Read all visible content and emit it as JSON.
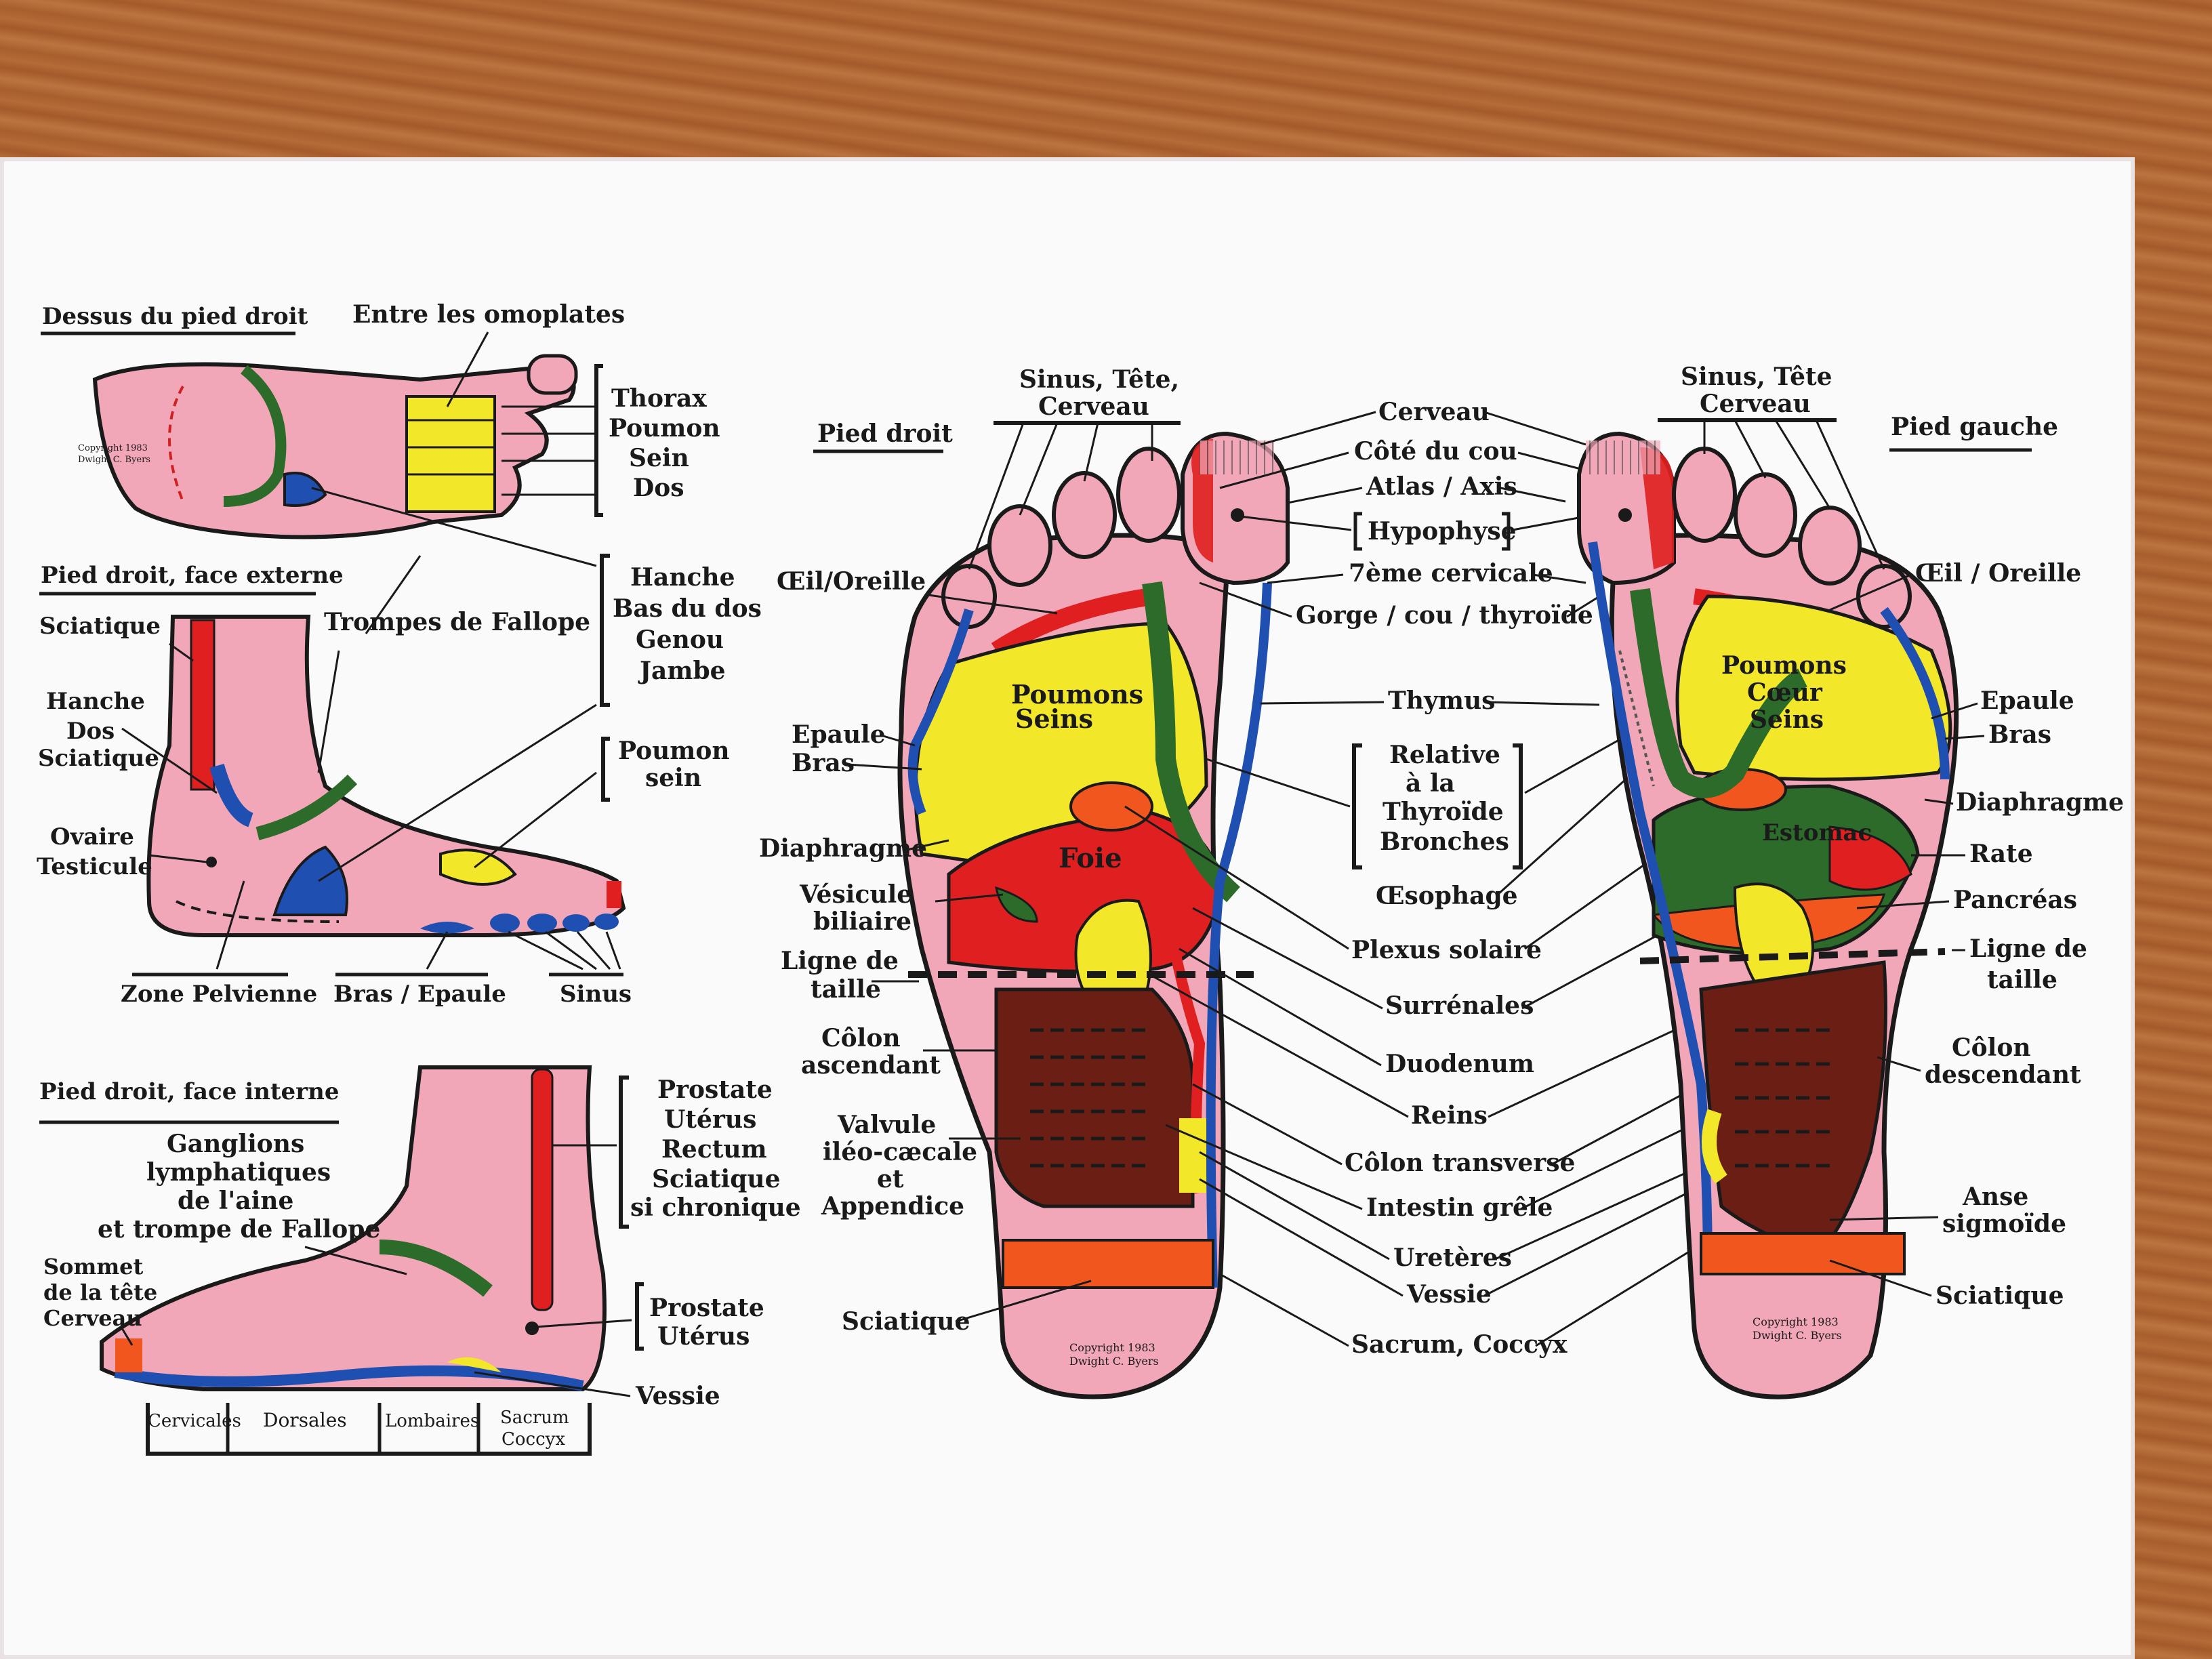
{
  "colors": {
    "skin": "#f2a7b8",
    "red": "#e02020",
    "yellow": "#f3e72a",
    "green": "#2d6b2a",
    "blue": "#1f4fb0",
    "orange": "#f0561e",
    "brown": "#6b1f14",
    "ink": "#1a1a1a"
  },
  "top_view": {
    "title": "Dessus du pied droit",
    "copyright": [
      "Copyright 1983",
      "Dwight C. Byers"
    ],
    "between": "Entre les omoplates",
    "group1": [
      "Thorax",
      "Poumon",
      "Sein",
      "Dos"
    ],
    "group2": [
      "Hanche",
      "Bas du dos",
      "Genou",
      "Jambe"
    ]
  },
  "external_view": {
    "title": "Pied droit, face externe",
    "sciatique": "Sciatique",
    "trompes": "Trompes de Fallope",
    "hanche": [
      "Hanche",
      "Dos",
      "Sciatique"
    ],
    "ovaire": [
      "Ovaire",
      "Testicule"
    ],
    "poumon": [
      "Poumon",
      "sein"
    ],
    "zone": "Zone Pelvienne",
    "bras": "Bras / Epaule",
    "sinus": "Sinus"
  },
  "internal_view": {
    "title": "Pied droit, face interne",
    "ganglions": [
      "Ganglions",
      "lymphatiques",
      "de l'aine",
      "et trompe de Fallope"
    ],
    "sommet": [
      "Sommet",
      "de la tête",
      "Cerveau"
    ],
    "group1": [
      "Prostate",
      "Utérus",
      "Rectum",
      "Sciatique",
      "si chronique"
    ],
    "group2": [
      "Prostate",
      "Utérus"
    ],
    "vessie": "Vessie",
    "spine": [
      "Cervicales",
      "Dorsales",
      "Lombaires",
      "Sacrum",
      "Coccyx"
    ]
  },
  "right_foot": {
    "title": "Pied droit",
    "sinus": [
      "Sinus, Tête,",
      "Cerveau"
    ],
    "oeil": "Œil/Oreille",
    "poumons": [
      "Poumons",
      "Seins"
    ],
    "epaule": "Epaule",
    "bras": "Bras",
    "diaphragme": "Diaphragme",
    "foie": "Foie",
    "vesicule": [
      "Vésicule",
      "biliaire"
    ],
    "ligne": [
      "Ligne de",
      "taille"
    ],
    "colon": [
      "Côlon",
      "ascendant"
    ],
    "valvule": [
      "Valvule",
      "iléo-cæcale",
      "et",
      "Appendice"
    ],
    "sciatique": "Sciatique",
    "copyright": [
      "Copyright 1983",
      "Dwight C. Byers"
    ]
  },
  "center_labels": {
    "cerveau": "Cerveau",
    "cote": "Côté du cou",
    "atlas": "Atlas / Axis",
    "hypophyse": "Hypophyse",
    "cervicale": "7ème cervicale",
    "gorge": "Gorge / cou / thyroïde",
    "thymus": "Thymus",
    "relative": [
      "Relative",
      "à la",
      "Thyroïde",
      "Bronches"
    ],
    "oesophage": "Œsophage",
    "plexus": "Plexus solaire",
    "surrenales": "Surrénales",
    "duodenum": "Duodenum",
    "reins": "Reins",
    "colon_t": "Côlon transverse",
    "intestin": "Intestin grêle",
    "ureteres": "Uretères",
    "vessie": "Vessie",
    "sacrum": "Sacrum, Coccyx"
  },
  "left_foot": {
    "title": "Pied gauche",
    "sinus": [
      "Sinus, Tête",
      "Cerveau"
    ],
    "oeil": "Œil / Oreille",
    "poumons": [
      "Poumons",
      "Cœur",
      "Seins"
    ],
    "epaule": "Epaule",
    "bras": "Bras",
    "diaphragme": "Diaphragme",
    "estomac": "Estomac",
    "rate": "Rate",
    "pancreas": "Pancréas",
    "ligne": [
      "Ligne de",
      "taille"
    ],
    "colon": [
      "Côlon",
      "descendant"
    ],
    "anse": [
      "Anse",
      "sigmoïde"
    ],
    "sciatique": "Sciatique",
    "copyright": [
      "Copyright 1983",
      "Dwight C. Byers"
    ]
  }
}
